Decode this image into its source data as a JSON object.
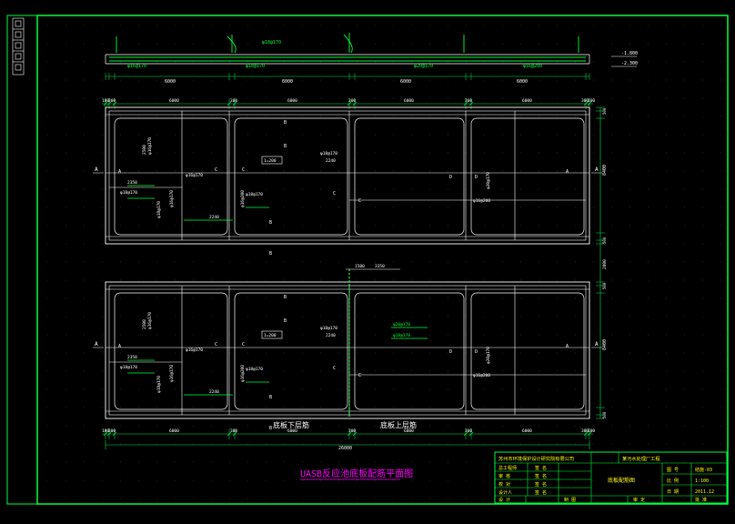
{
  "drawing": {
    "title": "UASB反应池底板配筋平面图",
    "colors": {
      "background": "#000000",
      "frame": "#00ff3c",
      "line": "#ffffff",
      "rebar": "#00ff3c",
      "dim": "#00e64b",
      "yellow": "#ffff00",
      "title": "#ff00ff"
    },
    "top_dims": [
      "100",
      "300",
      "6000",
      "300",
      "6000",
      "300",
      "6000",
      "300",
      "6000",
      "300",
      "100"
    ],
    "total_dim": "26000",
    "right_dims": [
      "500",
      "100",
      "8400",
      "100",
      "500",
      "2800"
    ],
    "label_lower": "底板下层筋",
    "label_upper": "底板上层筋",
    "section_letters": {
      "A": "A",
      "B": "B",
      "C": "C",
      "D": "D"
    },
    "dims_inner": {
      "d1": "2240",
      "d2": "2350",
      "d3": "2350",
      "d4": "2240",
      "d5": "1500",
      "d6": "3350",
      "d7": "2500"
    },
    "tag_box": "1=200",
    "rebar_notes": {
      "r1": "φ16@170",
      "r2": "φ18@170",
      "r3": "φ20@170",
      "r4": "φ16@200"
    },
    "elev": {
      "e1": "-1.800",
      "e2": "-2.300"
    }
  },
  "title_block": {
    "company": "苏州市环境保护设计研究院有限公司",
    "project": "某污水处理厂工程",
    "drawing_name": "底板配筋图",
    "rows_left": [
      "总工程师",
      "审 核",
      "校 对",
      "设计人"
    ],
    "col_sign": [
      "签 名",
      "签 名",
      "签 名",
      "签 名"
    ],
    "right_labels": [
      "图 号",
      "比 例",
      "日 期"
    ],
    "right_values": [
      "结施-03",
      "1:100",
      "2011.12"
    ],
    "bottom": [
      "设 计",
      "制 图",
      "审 定",
      "批 准"
    ]
  }
}
